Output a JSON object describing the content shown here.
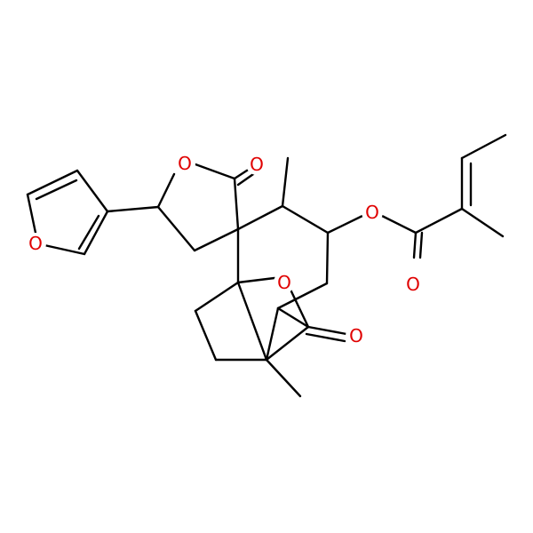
{
  "colors": {
    "background": "#ffffff",
    "carbon_bond": "#000000",
    "oxygen": "#e00000"
  },
  "atom_labels": {
    "o_furan": "O",
    "o_lactone_ring": "O",
    "o_lactone_carbonyl": "O",
    "o_ester": "O",
    "o_ester_carbonyl": "O",
    "o_bridge": "O",
    "o_bridge_carbonyl": "O"
  }
}
